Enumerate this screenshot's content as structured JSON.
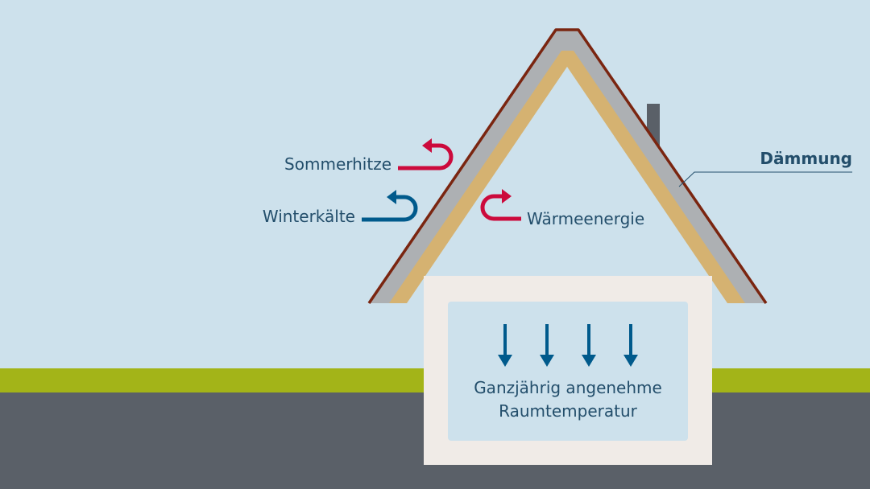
{
  "labels": {
    "summer_heat": "Sommerhitze",
    "winter_cold": "Winterkälte",
    "heat_energy": "Wärmeenergie",
    "insulation": "Dämmung",
    "room_temp_line1": "Ganzjährig angenehme",
    "room_temp_line2": "Raumtemperatur"
  },
  "colors": {
    "sky": "#cde1ec",
    "grass": "#a3b418",
    "ground": "#5a6068",
    "roof_outline": "#7a2510",
    "roof_covering": "#adb0b3",
    "insulation_layer": "#d5b271",
    "walls": "#f0ebe7",
    "text": "#234e6b",
    "warm_arrow": "#cc0a3c",
    "cold_arrow": "#005a8c",
    "down_arrow": "#005a8c"
  }
}
